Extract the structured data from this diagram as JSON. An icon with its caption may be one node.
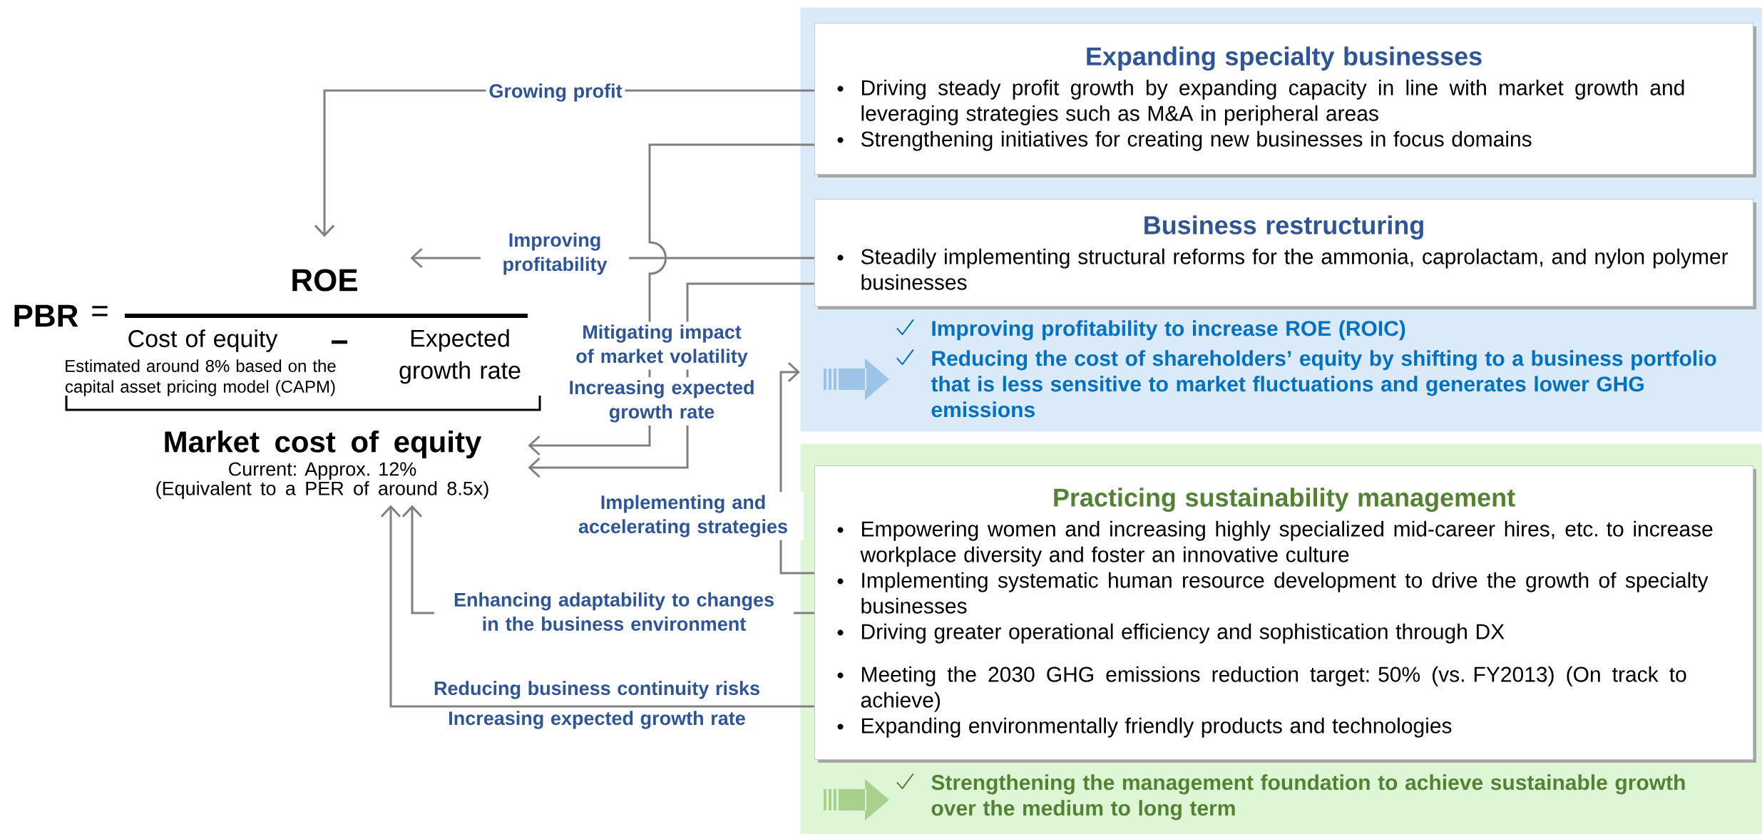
{
  "diagram": {
    "nodes": [
      {
        "text": [
          "Improving profitability to increase ROE (ROIC)",
          "Reducing the cost of shareholders’ equity by shifting to a business portfolio that is less sensitive to market fluctuations and generates lower GHG emissions"
        ]
      },
      {
        "text": [
          "Expanding specialty businesses",
          "Driving steady profit growth by expanding capacity in line with market growth and leveraging strategies such as M&A in peripheral areas",
          "Strengthening initiatives for creating new businesses in focus domains"
        ],
        "in": 0
      },
      {
        "text": [
          "Business restructuring",
          "Steadily implementing structural reforms for the ammonia, caprolactam, and nylon polymer businesses"
        ],
        "in": 0
      },
      {
        "text": [
          "Strengthening the management foundation to achieve sustainable growth over the medium to long term"
        ]
      },
      {
        "text": [
          "Practicing sustainability management",
          "Empowering women and increasing highly specialized mid-career hires, etc. to increase workplace diversity and foster an innovative culture",
          "Implementing systematic human resource development to drive the growth of specialty businesses",
          "Driving greater operational efficiency and sophistication through DX",
          "Meeting the 2030 GHG emissions reduction target: 50% (vs. FY2013) (On track to achieve)",
          "Expanding environmentally friendly products and technologies"
        ],
        "in": 3
      },
      {
        "text": [
          "ROE"
        ]
      },
      {
        "text": [
          "Market cost of equity",
          "Current: Approx. 12%",
          "(Equivalent to a PER of around 8.5x)"
        ]
      }
    ],
    "edges": [
      {
        "from": 1,
        "to": 5,
        "arrow": "to",
        "label": "Growing profit"
      },
      {
        "from": 2,
        "to": 5,
        "arrow": "to",
        "label": "Improving profitability"
      },
      {
        "from": 1,
        "to": 6,
        "arrow": "to",
        "label": "Mitigating impact of market volatility"
      },
      {
        "from": 2,
        "to": 6,
        "arrow": "to",
        "label": "Increasing expected growth rate"
      },
      {
        "from": 4,
        "to": 0,
        "arrow": "to",
        "label": "Implementing and accelerating strategies"
      },
      {
        "from": 4,
        "to": 6,
        "arrow": "to",
        "label": "Enhancing adaptability to changes in the business environment"
      },
      {
        "from": 4,
        "to": 6,
        "arrow": "to",
        "label": "Reducing business continuity risks"
      }
    ],
    "labels": [
      "PBR",
      "=",
      "Cost of equity",
      "−",
      "Expected growth rate",
      "Estimated around 8% based on the capital asset pricing model (CAPM)",
      "Increasing expected growth rate"
    ]
  }
}
